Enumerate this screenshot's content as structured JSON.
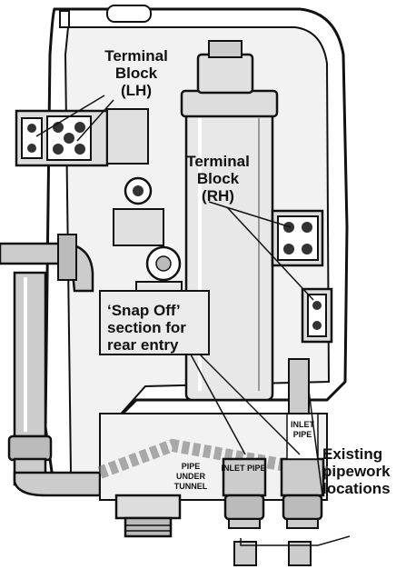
{
  "labels": {
    "terminal_block_lh": [
      "Terminal",
      "Block",
      "(LH)"
    ],
    "terminal_block_rh": [
      "Terminal",
      "Block",
      "(RH)"
    ],
    "snap_off": [
      "‘Snap Off’",
      "section for",
      "rear entry"
    ],
    "existing_pipework": [
      "Existing",
      "pipework",
      "locations"
    ]
  },
  "small_text": {
    "inlet_pipe_right": [
      "INLET",
      "PIPE"
    ],
    "inlet_pipe_center": "INLET PIPE",
    "pipe_under_tunnel": [
      "PIPE",
      "UNDER",
      "TUNNEL"
    ]
  },
  "colors": {
    "line": "#111111",
    "body": "#ffffff",
    "pipe": "#c8c8c8",
    "panel": "#e6e6e6"
  }
}
